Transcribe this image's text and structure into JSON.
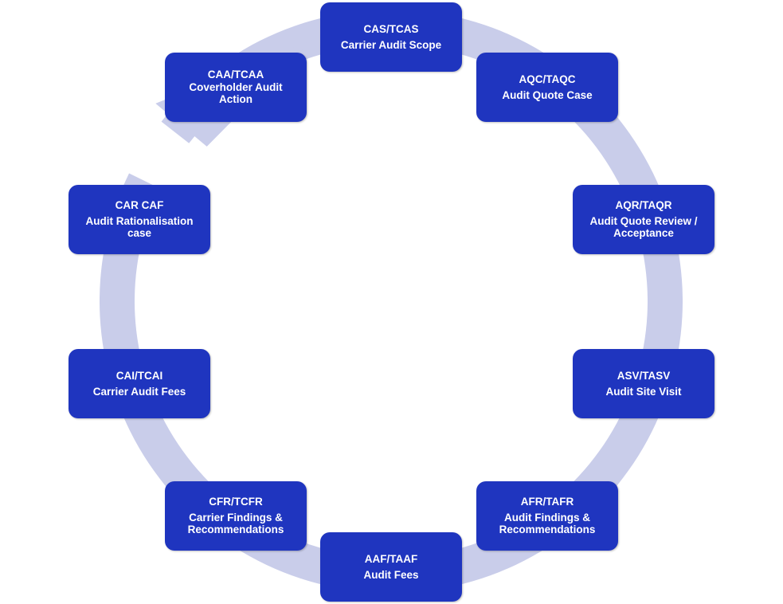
{
  "diagram": {
    "type": "cycle",
    "direction": "clockwise",
    "colors": {
      "node_fill": "#1f35bf",
      "node_text": "#ffffff",
      "ring": "#c9cdea"
    },
    "nodes": [
      {
        "code": "CAS/TCAS",
        "title": "Carrier Audit Scope"
      },
      {
        "code": "AQC/TAQC",
        "title": "Audit Quote Case"
      },
      {
        "code": "AQR/TAQR",
        "title": "Audit Quote Review /\nAcceptance"
      },
      {
        "code": "ASV/TASV",
        "title": "Audit  Site Visit"
      },
      {
        "code": "AFR/TAFR",
        "title": "Audit Findings &\nRecommendations"
      },
      {
        "code": "AAF/TAAF",
        "title": "Audit Fees"
      },
      {
        "code": "CFR/TCFR",
        "title": "Carrier Findings &\nRecommendations"
      },
      {
        "code": "CAI/TCAI",
        "title": "Carrier Audit Fees"
      },
      {
        "code": "CAR CAF",
        "title": "Audit Rationalisation\ncase"
      },
      {
        "code": "CAA/TCAA",
        "title": "Coverholder Audit\nAction"
      }
    ]
  }
}
